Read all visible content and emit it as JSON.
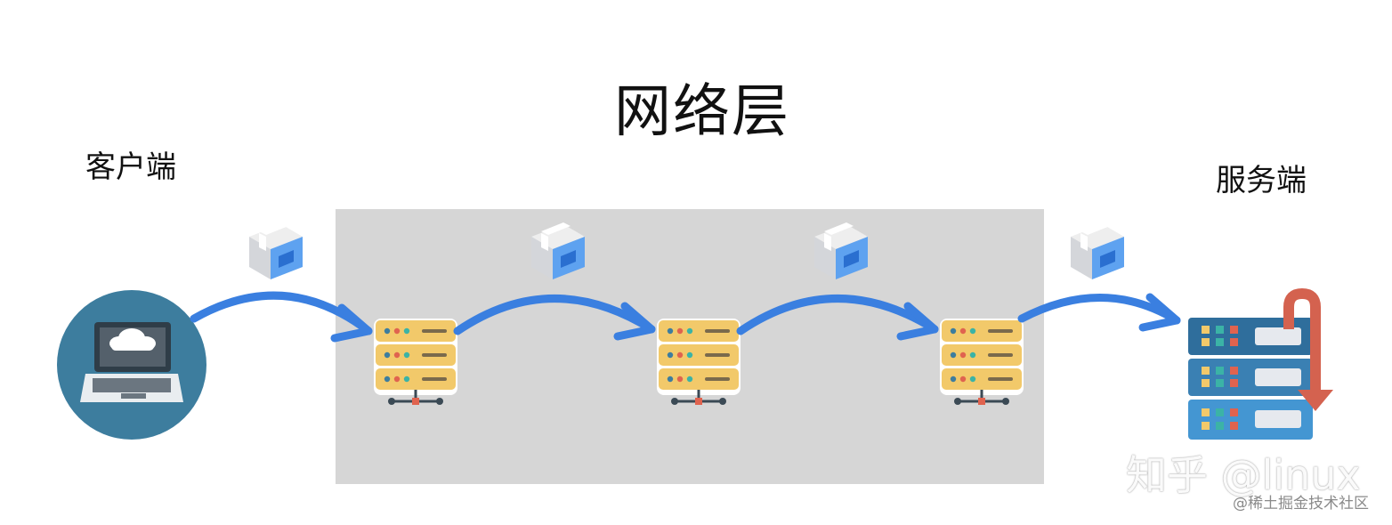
{
  "diagram": {
    "title": "网络层",
    "client_label": "客户端",
    "server_label": "服务端"
  },
  "watermark": {
    "main": "知乎 @linux",
    "sub": "@稀土掘金技术社区"
  },
  "colors": {
    "network_region": "#d6d6d6",
    "arrow": "#3a7fe0",
    "router_body": "#f2c96a",
    "client_circle": "#3d7d9e",
    "server_rack_dark": "#2f6e9c",
    "server_rack_light": "#3f8fce",
    "server_return_arrow": "#d4624f",
    "packet_front": "#5ea2f0"
  },
  "icons": {
    "client": "laptop-cloud-icon",
    "router": "router-stack-icon",
    "server": "server-rack-icon",
    "packet": "packet-box-icon"
  }
}
